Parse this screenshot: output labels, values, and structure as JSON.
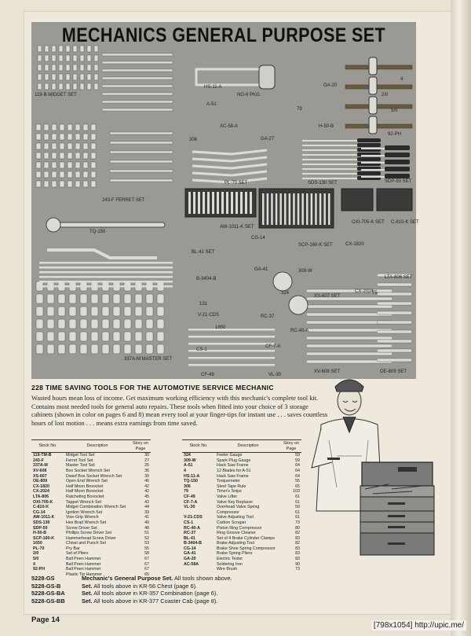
{
  "title": "MECHANICS GENERAL PURPOSE SET",
  "tool_labels": [
    "119-B MIDGET SET",
    "HS-11-A",
    "NO-6 PKG.",
    "GA-20",
    "4",
    "A-51",
    "79",
    "2/0",
    "AC-58-A",
    "H-50-B",
    "5/0",
    "306",
    "GA-27",
    "92-PH",
    "243-F FERRET SET",
    "PL-70 SET",
    "SDS-130 SET",
    "SDP-50 SET",
    "AW-1011-K SET",
    "OXI-705-K SET",
    "C-810-K SET",
    "TQ-150",
    "CG-14",
    "SCP-160-K SET",
    "CX-1820",
    "BL-41 SET",
    "B-3404-B",
    "GA-41",
    "309-W",
    "LTA-806 SET",
    "131",
    "324",
    "CX-2024",
    "V-21-CDS",
    "RC-37",
    "XS-607 SET",
    "75",
    "1650",
    "RC-40-A",
    "CS-1",
    "CF-7-A",
    "337A-M MASTER SET",
    "CF-49",
    "VL-30",
    "XV-608 SET",
    "OE-809 SET"
  ],
  "headline": "228 TIME SAVING TOOLS FOR THE AUTOMOTIVE SERVICE MECHANIC",
  "intro": "Wasted hours mean loss of income. Get maximum working efficiency with this mechanic's complete tool kit. Contains most needed tools for general auto repairs. These tools when fitted into your choice of 3 storage cabinets (shown in color on pages 6 and 8) mean every tool at your finger-tips for instant use . . . saves countless hours of lost motion . . . means extra earnings from time saved.",
  "table_headers": {
    "stock": "Stock No.",
    "desc": "Description",
    "page": "Story on Page"
  },
  "table_left": [
    [
      "119-TM-B",
      "Midget Tool Set",
      "30"
    ],
    [
      "243-F",
      "Ferret Tool Set",
      "27"
    ],
    [
      "337A-M",
      "Master Tool Set",
      "25"
    ],
    [
      "XV-608",
      "Box Socket Wrench Set",
      "36"
    ],
    [
      "XS-607",
      "Dwarf Box Socket Wrench Set",
      "39"
    ],
    [
      "OE-809",
      "Open End Wrench Set",
      "46"
    ],
    [
      "CX-1820",
      "Half Moon Boxocket",
      "42"
    ],
    [
      "CX-2024",
      "Half Moon Boxocket",
      "42"
    ],
    [
      "LTA-806",
      "Ratcheting Boxocket",
      "45"
    ],
    [
      "OXI-705-K",
      "Tappet Wrench Set",
      "43"
    ],
    [
      "C-810-K",
      "Midget Combination Wrench Set",
      "44"
    ],
    [
      "CG-14",
      "Ignition Wrench Set",
      "39"
    ],
    [
      "AW-1011-K",
      "Vise-Grip Wrench",
      "41"
    ],
    [
      "SDS-130",
      "Hex Brad Wrench Set",
      "49"
    ],
    [
      "SDP-50",
      "Screw Driver Set",
      "48"
    ],
    [
      "H-50-B",
      "Phillips Screw Driver Set",
      "51"
    ],
    [
      "SCP-160-K",
      "Hammerhead Screw Driver",
      "52"
    ],
    [
      "1650",
      "Chisel and Punch Set",
      "53"
    ],
    [
      "PL-70",
      "Pry Bar",
      "55"
    ],
    [
      "2/0",
      "Set of Pliers",
      "58"
    ],
    [
      "5/0",
      "Ball Peen Hammer",
      "67"
    ],
    [
      "4",
      "Ball Peen Hammer",
      "67"
    ],
    [
      "92-PH",
      "Ball Peen Hammer",
      "67"
    ],
    [
      "",
      "Plastic Tip Hammer",
      "65"
    ]
  ],
  "table_right": [
    [
      "324",
      "Feeler Gauge",
      "59"
    ],
    [
      "309-W",
      "Spark Plug Gauge",
      "59"
    ],
    [
      "A-51",
      "Hack Saw Frame",
      "64"
    ],
    [
      "4",
      "12 Blades for A-51",
      "64"
    ],
    [
      "HS-11-A",
      "Hack Saw Frame",
      "64"
    ],
    [
      "TQ-150",
      "Torquemeter",
      "55"
    ],
    [
      "306",
      "Steel Tape Rule",
      "65"
    ],
    [
      "79",
      "Timer's Snips",
      "103"
    ],
    [
      "CF-49",
      "Valve Lifter",
      "61"
    ],
    [
      "CF-7-A",
      "Valve Key Replacer",
      "61"
    ],
    [
      "VL-30",
      "Overhead Valve Spring",
      "59"
    ],
    [
      "",
      "Compressor",
      "61"
    ],
    [
      "V-21-CDS",
      "Valve Adjusting Tool",
      "61"
    ],
    [
      "CS-1",
      "Carbon Scraper",
      "73"
    ],
    [
      "RC-40-A",
      "Piston Ring Compressor",
      "80"
    ],
    [
      "RC-37",
      "Ring Groove Cleaner",
      "82"
    ],
    [
      "BL-41",
      "Set of 4 Brake Cylinder Clamps",
      "83"
    ],
    [
      "B-3404-B",
      "Brake Adjusting Tool",
      "82"
    ],
    [
      "CG-14",
      "Brake Shoe Spring Compressor",
      "83"
    ],
    [
      "GA-41",
      "Brake Spring Pliers",
      "83"
    ],
    [
      "GA-20",
      "Electric Tester",
      "83"
    ],
    [
      "AC-58A",
      "Soldering Iron",
      "90"
    ],
    [
      "",
      "Wire Brush",
      "73"
    ]
  ],
  "sets": [
    {
      "code": "5228-GS",
      "label": "Mechanic's General Purpose Set.",
      "text": "All tools shown above."
    },
    {
      "code": "5228-GS-B",
      "label": "Set.",
      "text": "All tools above in KR-56 Chest (page 6)."
    },
    {
      "code": "5228-GS-BA",
      "label": "Set.",
      "text": "All tools above in KR-357 Combination (page 6)."
    },
    {
      "code": "5228-GS-BB",
      "label": "Set.",
      "text": "All tools above in KR-377 Coaster Cab (page 8)."
    }
  ],
  "page_label": "Page 14",
  "watermark": "[798x1054] http://upic.me/",
  "colors": {
    "photo_bg": "#9a9993",
    "paper": "#efe9dd",
    "ink": "#1b1b1b",
    "tool_chrome": "#dcdcd6",
    "tool_dark": "#2a2a2a"
  }
}
